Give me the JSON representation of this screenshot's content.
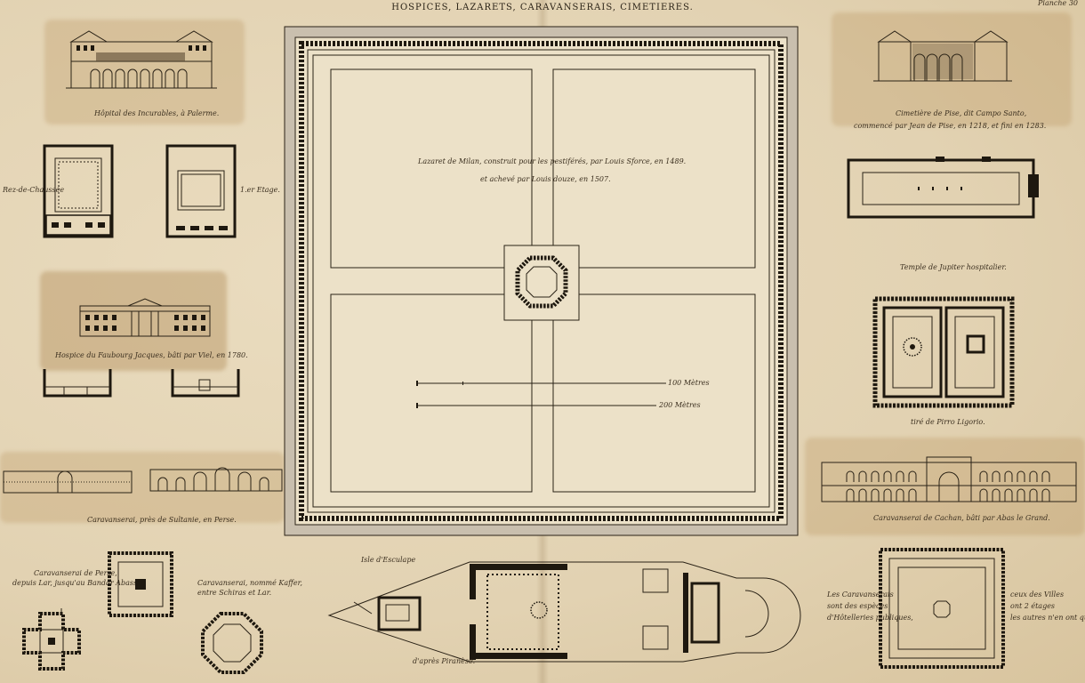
{
  "plate": {
    "title": "HOSPICES, LAZARETS, CARAVANSERAIS, CIMETIERES.",
    "number": "Planche 30"
  },
  "left": {
    "hopital_caption": "Hôpital des Incurables, à Palerme.",
    "rez_label": "Rez-de-Chaussée",
    "etage_label": "1.er Etage.",
    "hospice_caption": "Hospice du Faubourg Jacques, bâti par Viel, en 1780.",
    "sultanie_caption": "Caravanserai, près de Sultanie, en Perse.",
    "perse_caption_1": "Caravanserai de Perse,",
    "perse_caption_2": "depuis Lar, jusqu'au Bandar Abassi.",
    "kaffer_caption_1": "Caravanserai, nommé Kaffer,",
    "kaffer_caption_2": "entre Schiras et Lar."
  },
  "center": {
    "lazaret_line_1": "Lazaret de Milan, construit pour les pestiférés, par Louis Sforce, en 1489.",
    "lazaret_line_2": "et achevé par Louis douze, en 1507.",
    "scale_1": "100 Mètres",
    "scale_2": "200 Mètres",
    "isle_caption": "Isle d'Esculape",
    "piranese_caption": "d'après Piranèse."
  },
  "right": {
    "pise_caption_1": "Cimetière de Pise, dit Campo Santo,",
    "pise_caption_2": "commencé par Jean de Pise, en 1218, et fini en 1283.",
    "jupiter_caption": "Temple de Jupiter hospitalier.",
    "ligorio_caption": "tiré de Pirro Ligorio.",
    "cachan_caption": "Caravanserai de Cachan, bâti par Abas le Grand.",
    "note_left_1": "Les Caravanserais",
    "note_left_2": "sont des espèces",
    "note_left_3": "d'Hôtelleries publiques,",
    "note_right_1": "ceux des Villes",
    "note_right_2": "ont 2 étages",
    "note_right_3": "les autres n'en ont qu'un."
  }
}
